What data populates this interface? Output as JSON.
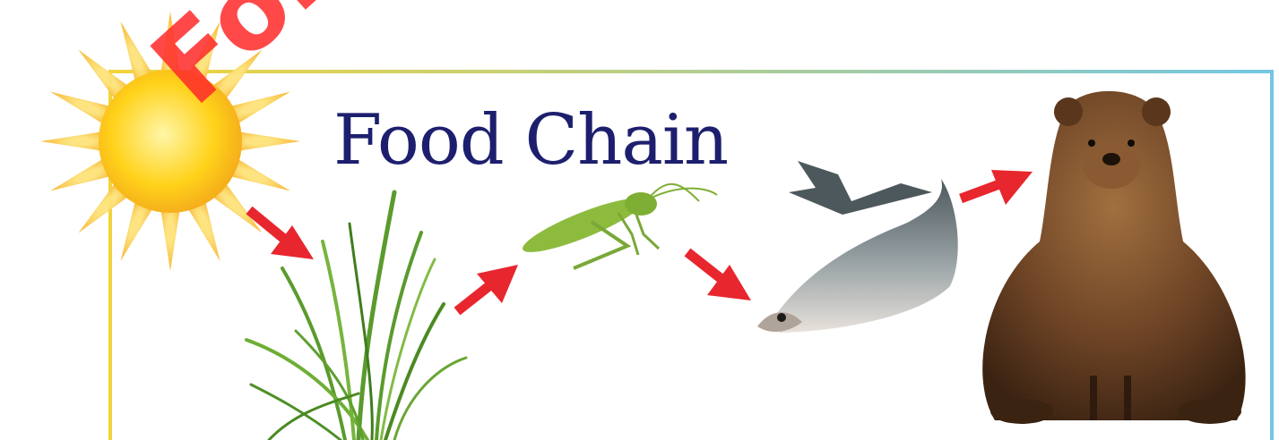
{
  "diagram": {
    "title": "Food Chain",
    "watermark": "For",
    "nodes": [
      {
        "id": "sun",
        "icon": "sun-icon"
      },
      {
        "id": "grass",
        "icon": "grass-icon"
      },
      {
        "id": "grasshopper",
        "icon": "grasshopper-icon"
      },
      {
        "id": "fish",
        "icon": "salmon-icon"
      },
      {
        "id": "bear",
        "icon": "brown-bear-icon"
      }
    ],
    "edges": [
      {
        "from": "sun",
        "to": "grass"
      },
      {
        "from": "grass",
        "to": "grasshopper"
      },
      {
        "from": "grasshopper",
        "to": "fish"
      },
      {
        "from": "fish",
        "to": "bear"
      }
    ]
  },
  "colors": {
    "title": "#1d1f6e",
    "arrow": "#e8262e",
    "watermark": "#ff2a2a",
    "frame_left": "#f2d43a",
    "frame_right": "#74c7e3",
    "sun_core": "#ffd21a",
    "sun_rays": "#fbbf2c",
    "grass": "#5a9b2d",
    "grasshopper": "#8dbb3e",
    "fish": "#70787c",
    "bear": "#6b4224"
  }
}
